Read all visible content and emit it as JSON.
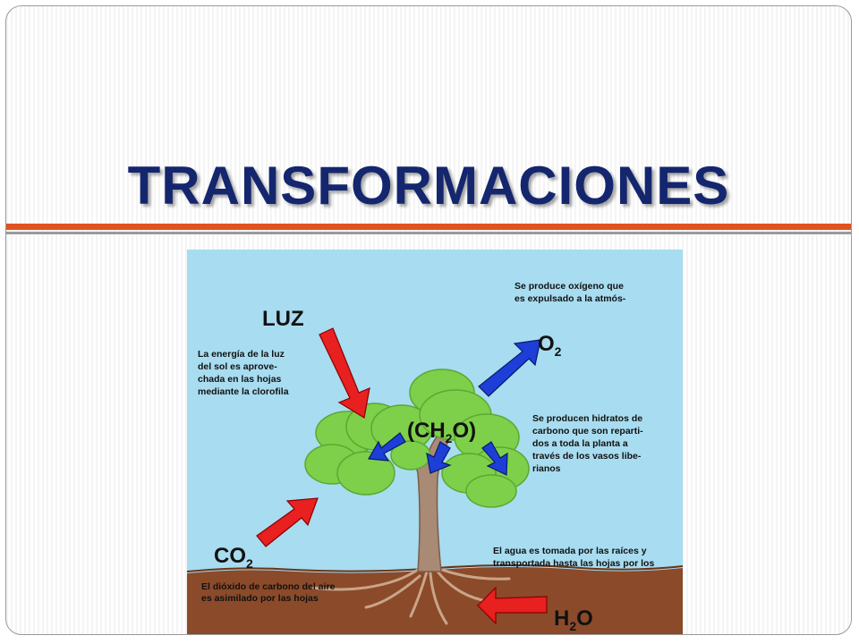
{
  "title": "TRANSFORMACIONES",
  "colors": {
    "title": "#14266e",
    "accent_rule": "#e0521e",
    "sky": "#a8dcf0",
    "soil": "#8b4a2a",
    "leaves": "#7ed04a",
    "red_arrow": "#e82020",
    "blue_arrow": "#1d3fd8"
  },
  "diagram": {
    "luz": "LUZ",
    "luz_text": [
      "La energía de la luz",
      "del sol es aprove-",
      "chada en las hojas",
      "mediante la clorofila"
    ],
    "o2_main": "O",
    "o2_sub": "2",
    "o2_text": [
      "Se produce oxígeno que",
      "es expulsado a la atmós-"
    ],
    "ch2o_a": "(CH",
    "ch2o_sub": "2",
    "ch2o_b": "O)",
    "ch2o_text": [
      "Se producen hidratos de",
      "carbono que son reparti-",
      "dos a toda la planta a",
      "través de los vasos libe-",
      "rianos"
    ],
    "co2_main": "CO",
    "co2_sub": "2",
    "co2_text": [
      "El dióxido de carbono del aire",
      "es asimilado por las hojas"
    ],
    "h2o_main": "H",
    "h2o_sub": "2",
    "h2o_end": "O",
    "h2o_text": [
      "El agua es tomada por las raíces y",
      "transportada hasta las hojas por los"
    ]
  }
}
